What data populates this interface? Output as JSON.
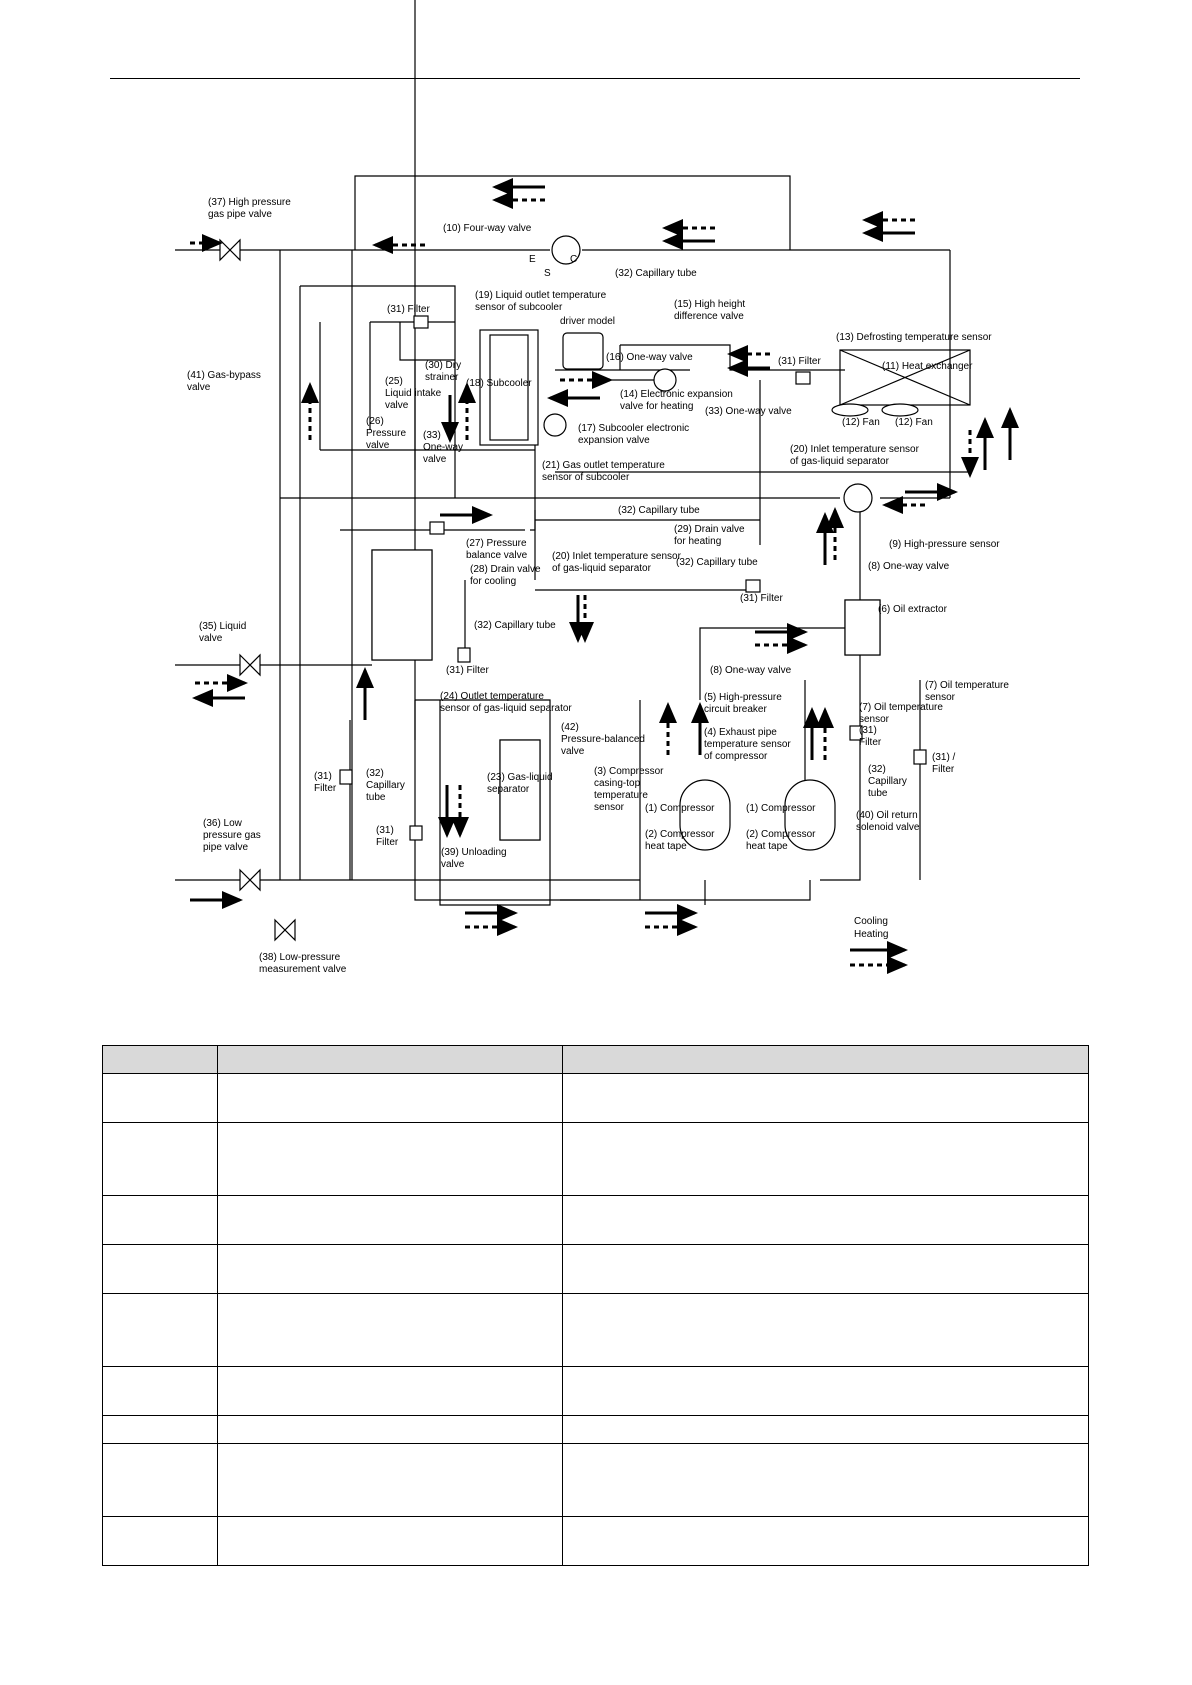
{
  "labels": {
    "hp_gas_valve": [
      "(37) High pressure",
      "gas pipe valve"
    ],
    "four_way": [
      "(10) Four-way valve"
    ],
    "e": [
      "E"
    ],
    "s": [
      "S"
    ],
    "c": [
      "C"
    ],
    "cap32a": [
      "(32) Capillary tube"
    ],
    "liq_outlet_sensor": [
      "(19) Liquid outlet temperature",
      "sensor of subcooler"
    ],
    "filter31a": [
      "(31) Filter"
    ],
    "driver": [
      "driver model"
    ],
    "high_height": [
      "(15) High height",
      "difference valve"
    ],
    "defrost": [
      "(13) Defrosting temperature sensor"
    ],
    "gas_bypass": [
      "(41) Gas-bypass",
      "valve"
    ],
    "dry_strainer": [
      "(30) Dry",
      "strainer"
    ],
    "liq_intake": [
      "(25)",
      "Liquid intake",
      "valve"
    ],
    "subcooler": [
      "(18) Subcooler"
    ],
    "oneway16": [
      "(16) One-way valve"
    ],
    "filter31b": [
      "(31) Filter"
    ],
    "hx": [
      "(11) Heat exchanger"
    ],
    "eev_heat": [
      "(14) Electronic expansion",
      "valve for heating"
    ],
    "oneway33a": [
      "(33) One-way valve"
    ],
    "fan1": [
      "(12) Fan"
    ],
    "fan2": [
      "(12) Fan"
    ],
    "pressure_valve": [
      "(26)",
      "Pressure",
      "valve"
    ],
    "oneway33b": [
      "(33)",
      "One-way",
      "valve"
    ],
    "sub_eev": [
      "(17) Subcooler electronic",
      "expansion valve"
    ],
    "inlet_sensor20a": [
      "(20) Inlet temperature sensor",
      "of gas-liquid separator"
    ],
    "gas_outlet21": [
      "(21) Gas outlet temperature",
      "sensor of subcooler"
    ],
    "cap32b": [
      "(32) Capillary tube"
    ],
    "drain29": [
      "(29) Drain valve",
      "for heating"
    ],
    "hp_sensor": [
      "(9) High-pressure sensor"
    ],
    "press_bal27": [
      "(27) Pressure",
      "balance valve"
    ],
    "inlet_sensor20b": [
      "(20) Inlet temperature sensor",
      "of gas-liquid separator"
    ],
    "cap32c": [
      "(32) Capillary tube"
    ],
    "oneway8a": [
      "(8) One-way valve"
    ],
    "drain28": [
      "(28) Drain valve",
      "for cooling"
    ],
    "filter31c": [
      "(31) Filter"
    ],
    "oil_extractor": [
      "(6) Oil extractor"
    ],
    "liquid_valve": [
      "(35) Liquid",
      "valve"
    ],
    "cap32d": [
      "(32) Capillary tube"
    ],
    "filter31d": [
      "(31) Filter"
    ],
    "oneway8b": [
      "(8) One-way valve"
    ],
    "oil_temp7a": [
      "(7) Oil temperature",
      "sensor"
    ],
    "outlet24": [
      "(24) Outlet temperature",
      "sensor of gas-liquid separator"
    ],
    "hp_breaker": [
      "(5) High-pressure",
      "circuit breaker"
    ],
    "oil_temp7b": [
      "(7) Oil temperature",
      "sensor"
    ],
    "filter31e": [
      "(31)",
      "Filter"
    ],
    "pb42": [
      "(42)",
      "Pressure-balanced",
      "valve"
    ],
    "exhaust4": [
      "(4) Exhaust pipe",
      "temperature sensor",
      "of compressor"
    ],
    "filter31f": [
      "(31)",
      "Filter"
    ],
    "cap32e": [
      "(32)",
      "Capillary",
      "tube"
    ],
    "filter31g": [
      "(31) /",
      "Filter"
    ],
    "casing3": [
      "(3) Compressor",
      "casing-top",
      "temperature",
      "sensor"
    ],
    "gls23": [
      "(23) Gas-liquid",
      "separator"
    ],
    "cap32f": [
      "(32)",
      "Capillary",
      "tube"
    ],
    "filter31h": [
      "(31)",
      "Filter"
    ],
    "comp1a": [
      "(1) Compressor"
    ],
    "comp1b": [
      "(1) Compressor"
    ],
    "lp_gas_valve": [
      "(36) Low",
      "pressure gas",
      "pipe valve"
    ],
    "oil_return": [
      "(40) Oil return",
      "solenoid valve"
    ],
    "tape2a": [
      "(2) Compressor",
      "heat tape"
    ],
    "tape2b": [
      "(2) Compressor",
      "heat tape"
    ],
    "unloading": [
      "(39) Unloading",
      "valve"
    ],
    "cooling": [
      "Cooling"
    ],
    "heating": [
      "Heating"
    ],
    "lp_meas": [
      "(38) Low-pressure",
      "measurement valve"
    ]
  }
}
